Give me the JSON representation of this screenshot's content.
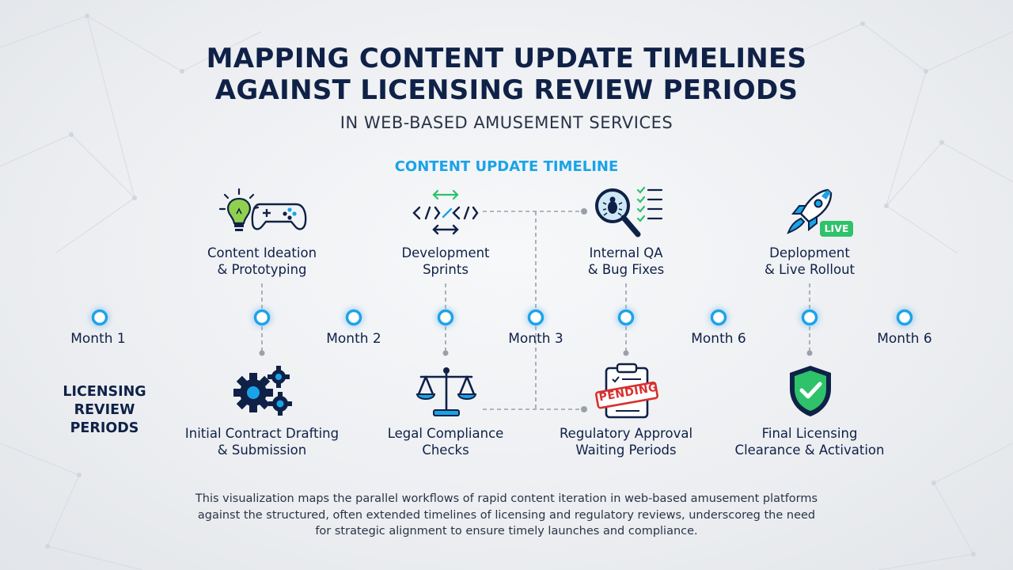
{
  "header": {
    "title_line1": "MAPPING CONTENT UPDATE TIMELINES",
    "title_line2": "AGAINST LICENSING REVIEW PERIODS",
    "subtitle": "IN WEB-BASED AMUSEMENT SERVICES"
  },
  "content_timeline": {
    "title": "CONTENT UPDATE TIMELINE",
    "stages": [
      {
        "line1": "Content Ideation",
        "line2": "& Prototyping",
        "icon": "lightbulb-gamepad-icon"
      },
      {
        "line1": "Development",
        "line2": "Sprints",
        "icon": "code-icon"
      },
      {
        "line1": "Internal QA",
        "line2": "& Bug Fixes",
        "icon": "magnifier-bug-checklist-icon"
      },
      {
        "line1": "Deplopment",
        "line2": "& Live Rollout",
        "icon": "rocket-live-icon",
        "badge": "LIVE"
      }
    ]
  },
  "axis": {
    "months": [
      "Month 1",
      "Month 2",
      "Month 3",
      "Month 6",
      "Month 6"
    ]
  },
  "licensing": {
    "title_line1": "LICENSING",
    "title_line2": "REVIEW",
    "title_line3": "PERIODS",
    "stages": [
      {
        "line1": "Initial Contract Drafting",
        "line2": "& Submission",
        "icon": "gears-icon"
      },
      {
        "line1": "Legal Compliance",
        "line2": "Checks",
        "icon": "scales-icon"
      },
      {
        "line1": "Regulatory Approval",
        "line2": "Waiting Periods",
        "icon": "clipboard-pending-icon",
        "stamp": "PENDING"
      },
      {
        "line1": "Final Licensing",
        "line2": "Clearance & Activation",
        "icon": "shield-check-icon"
      }
    ]
  },
  "description": {
    "line1": "This visualization maps the parallel workflows of rapid content iteration in web-based amusement platforms",
    "line2": "against the structured, often extended timelines of licensing and regulatory reviews, underscoreg the need",
    "line3": "for strategic alignment to ensure timely launches and compliance."
  },
  "colors": {
    "navy": "#0f2147",
    "accent_blue": "#1aa3e8",
    "green": "#2ec26a",
    "red": "#d8302f"
  }
}
